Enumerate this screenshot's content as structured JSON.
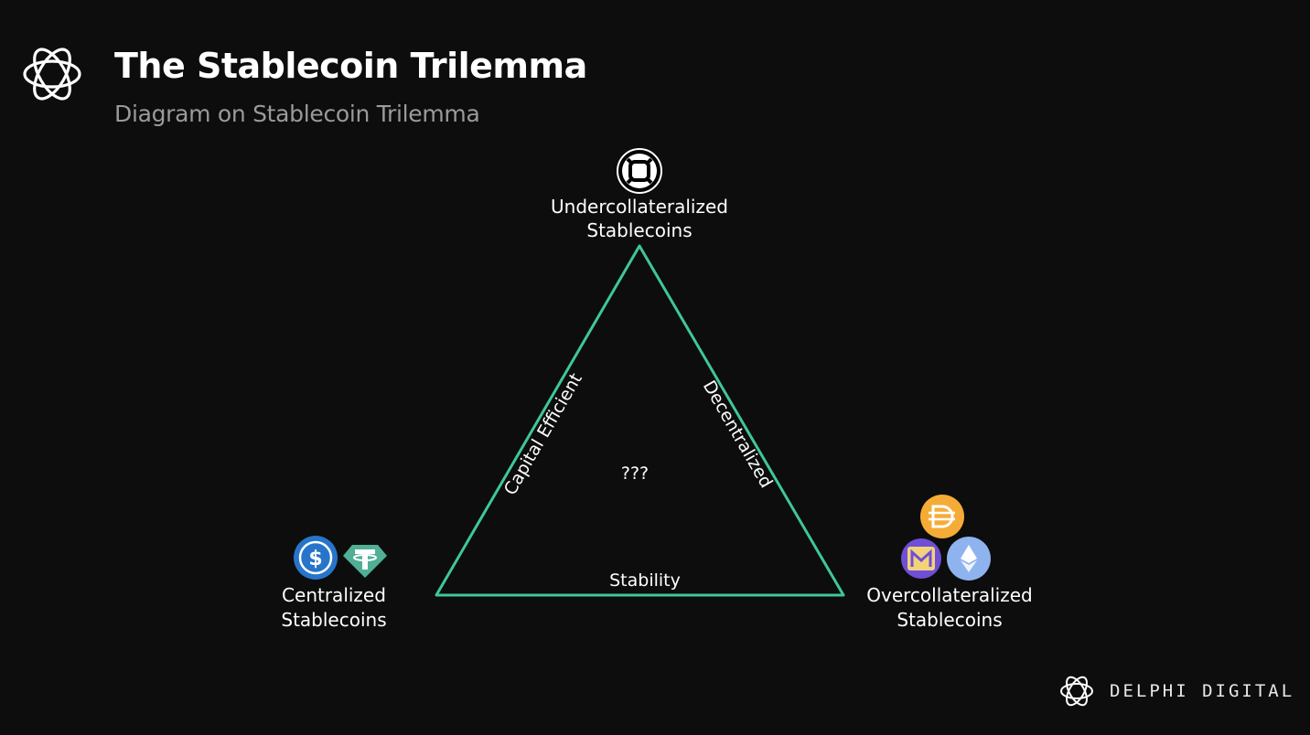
{
  "header": {
    "title": "The Stablecoin Trilemma",
    "subtitle": "Diagram on Stablecoin Trilemma"
  },
  "colors": {
    "background": "#0d0d0d",
    "triangle_stroke": "#3fc79a",
    "text": "#ffffff",
    "subtitle": "#9a9a9a",
    "usdc_blue": "#2775ca",
    "tether_green": "#50af95",
    "dai_orange": "#f5ac37",
    "eth_blue": "#8fb3ee",
    "purple": "#6f4fd6"
  },
  "diagram": {
    "top_node": {
      "icon": "frax-icon",
      "label_line1": "Undercollateralized",
      "label_line2": "Stablecoins"
    },
    "left_node": {
      "icons": [
        "usdc-icon",
        "tether-icon"
      ],
      "label_line1": "Centralized",
      "label_line2": "Stablecoins"
    },
    "right_node": {
      "icons": [
        "dai-icon",
        "mim-icon",
        "eth-icon"
      ],
      "label_line1": "Overcollateralized",
      "label_line2": "Stablecoins"
    },
    "edges": {
      "left": "Capital Efficient",
      "right": "Decentralized",
      "bottom": "Stability"
    },
    "center_label": "???"
  },
  "footer": {
    "brand": "DELPHI DIGITAL"
  }
}
